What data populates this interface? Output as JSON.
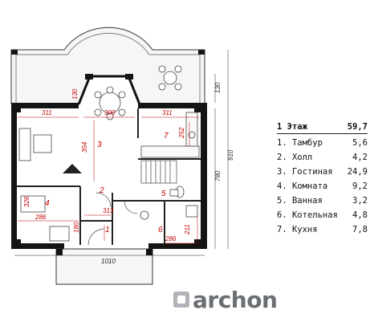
{
  "legend": {
    "header_label": "1 Этаж",
    "header_value": "59,7",
    "rooms": [
      {
        "label": "1. Тамбур",
        "value": "5,6"
      },
      {
        "label": "2. Холл",
        "value": "4,2"
      },
      {
        "label": "3. Гостиная",
        "value": "24,9"
      },
      {
        "label": "4. Комната",
        "value": "9,2"
      },
      {
        "label": "5. Ванная",
        "value": "3,2"
      },
      {
        "label": "6. Котельная",
        "value": "4,8"
      },
      {
        "label": "7. Кухня",
        "value": "7,8"
      }
    ]
  },
  "plan": {
    "room_numbers": [
      "1",
      "2",
      "3",
      "4",
      "5",
      "6",
      "7"
    ],
    "dims": {
      "d311a": "311",
      "d130a": "130",
      "d300": "300",
      "d311b": "311",
      "d252": "252",
      "d354": "354",
      "d326": "326",
      "d286a": "286",
      "d313": "313",
      "d180": "180",
      "d211": "211",
      "d286b": "286",
      "d1010": "1010",
      "d130b": "130",
      "d780": "780",
      "d910": "910"
    }
  },
  "brand": {
    "name": "archon",
    "color": "#6b6f73"
  }
}
